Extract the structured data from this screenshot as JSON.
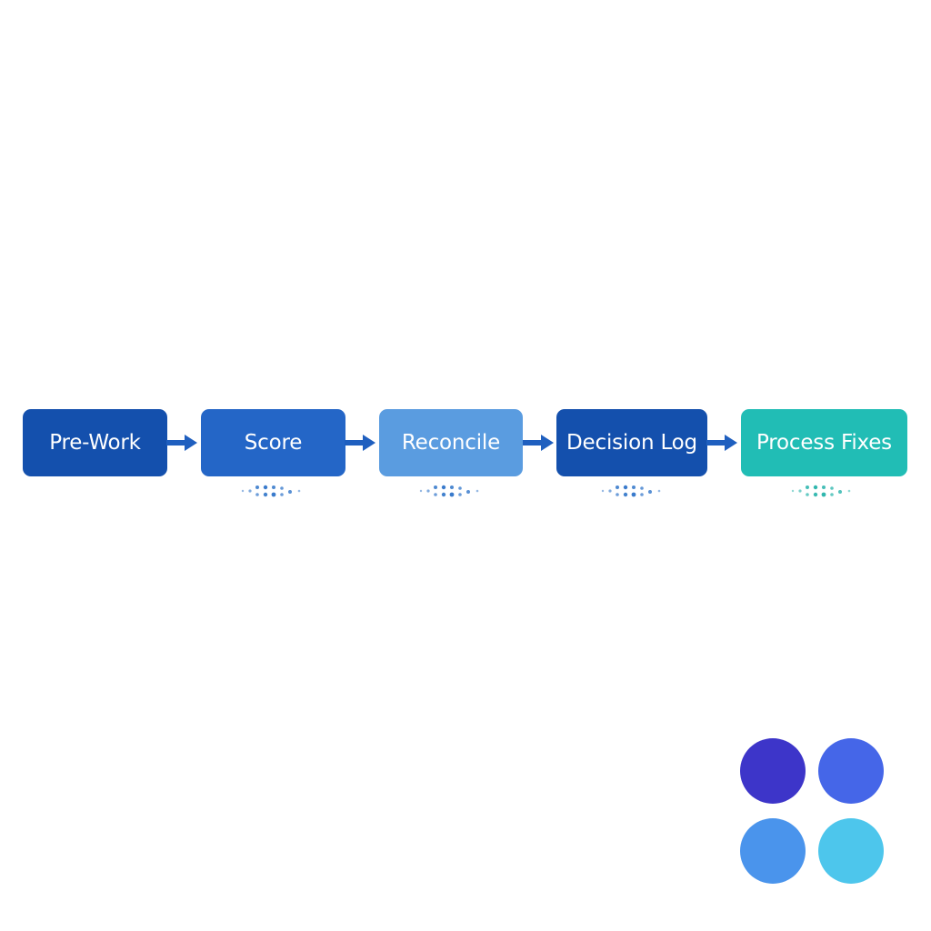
{
  "flow": {
    "steps": [
      {
        "label": "Pre-Work",
        "color": "#1450ad"
      },
      {
        "label": "Score",
        "color": "#2466c7"
      },
      {
        "label": "Reconcile",
        "color": "#5a9ce0"
      },
      {
        "label": "Decision Log",
        "color": "#1450ad"
      },
      {
        "label": "Process Fixes",
        "color": "#21bdb5"
      }
    ],
    "arrow_color": "#1f5fbf",
    "dot_colors": [
      "#2f74c9",
      "#2f74c9",
      "#2f74c9",
      "#2f74c9",
      "#25b3aa"
    ]
  },
  "palette": {
    "swatches": [
      "#3d35c9",
      "#4566e8",
      "#4a94ec",
      "#4dc6ec"
    ]
  }
}
